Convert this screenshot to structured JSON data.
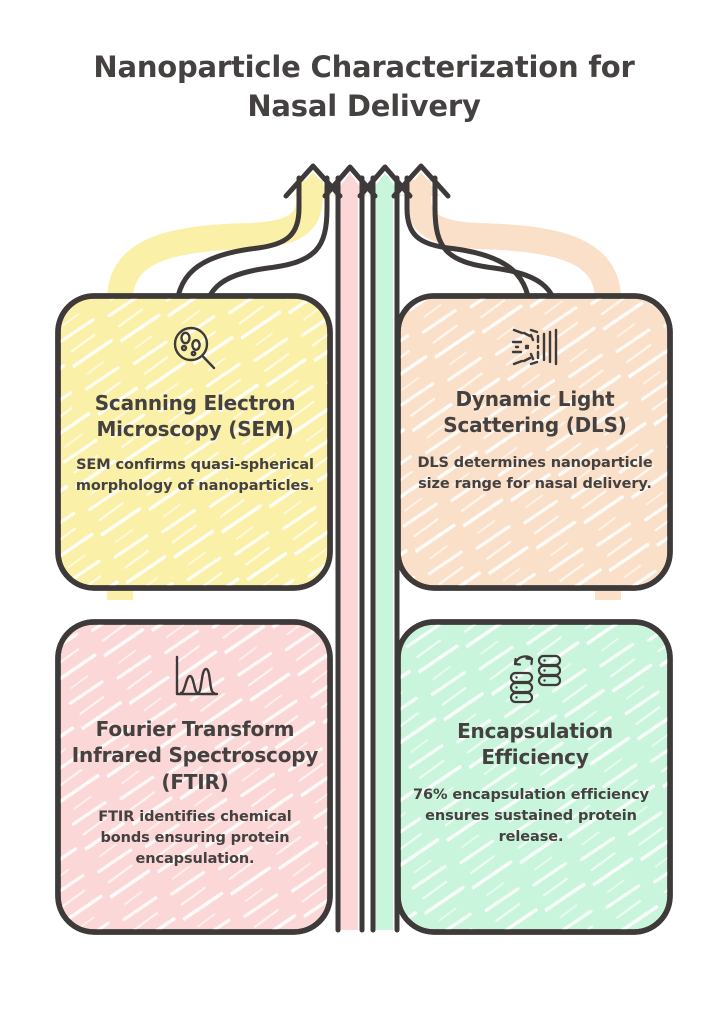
{
  "page": {
    "title": "Nanoparticle Characterization for Nasal Delivery",
    "background_color": "#ffffff",
    "ink_color": "#3d3a39",
    "text_color": "#444140"
  },
  "cards": [
    {
      "id": "sem",
      "icon": "magnifier-particles-icon",
      "heading": "Scanning Electron Microscopy (SEM)",
      "description": "SEM confirms quasi-spherical morphology of nanoparticles.",
      "color": "#faf0a8",
      "arrow_color": "#faf0a8",
      "position": "top-left"
    },
    {
      "id": "dls",
      "icon": "light-scattering-icon",
      "heading": "Dynamic Light Scattering (DLS)",
      "description": "DLS determines nanoparticle size range for nasal delivery.",
      "color": "#fae0c8",
      "arrow_color": "#fae0c8",
      "position": "top-right"
    },
    {
      "id": "ftir",
      "icon": "spectrum-chart-icon",
      "heading": "Fourier Transform Infrared Spectroscopy (FTIR)",
      "description": "FTIR identifies chemical bonds ensuring protein encapsulation.",
      "color": "#fbd7d7",
      "arrow_color": "#fbd7d7",
      "position": "bottom-left"
    },
    {
      "id": "encapsulation",
      "icon": "database-transfer-icon",
      "heading": "Encapsulation Efficiency",
      "description": "76% encapsulation efficiency ensures sustained protein release.",
      "color": "#c8f5dc",
      "arrow_color": "#c8f5dc",
      "position": "bottom-right"
    }
  ],
  "arrows": [
    {
      "id": "arrow-sem",
      "color": "#faf0a8",
      "source_card": "sem"
    },
    {
      "id": "arrow-ftir",
      "color": "#fbd7d7",
      "source_card": "ftir"
    },
    {
      "id": "arrow-enc",
      "color": "#c8f5dc",
      "source_card": "encapsulation"
    },
    {
      "id": "arrow-dls",
      "color": "#fae0c8",
      "source_card": "dls"
    }
  ]
}
